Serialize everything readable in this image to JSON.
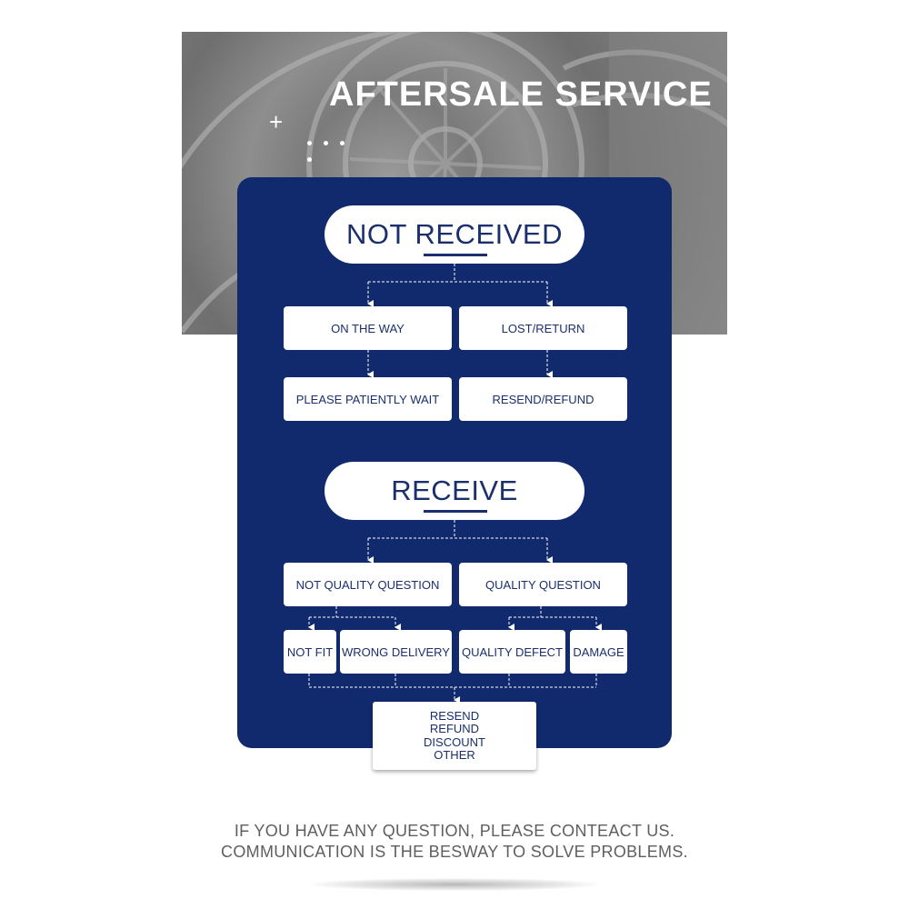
{
  "banner": {
    "title": "AFTERSALE SERVICE",
    "decorations": [
      "plus-icon",
      "dots-row"
    ]
  },
  "not_received": {
    "title": "NOT RECEIVED",
    "left_branch": {
      "status": "ON THE WAY",
      "action": "PLEASE PATIENTLY WAIT"
    },
    "right_branch": {
      "status": "LOST/RETURN",
      "action": "RESEND/REFUND"
    }
  },
  "receive": {
    "title": "RECEIVE",
    "left_category": "NOT QUALITY QUESTION",
    "right_category": "QUALITY QUESTION",
    "left_items": [
      "NOT FIT",
      "WRONG DELIVERY"
    ],
    "right_items": [
      "QUALITY DEFECT",
      "DAMAGE"
    ],
    "outcomes": [
      "RESEND",
      "REFUND",
      "DISCOUNT",
      "OTHER"
    ]
  },
  "footer": {
    "line1": "IF YOU HAVE ANY QUESTION, PLEASE CONTEACT US.",
    "line2": "COMMUNICATION IS THE BESWAY TO SOLVE PROBLEMS."
  },
  "colors": {
    "panel": "#112a6d",
    "box_text": "#1a2f6c",
    "banner_text": "#ffffff",
    "footer_text": "#5f5f5f"
  }
}
